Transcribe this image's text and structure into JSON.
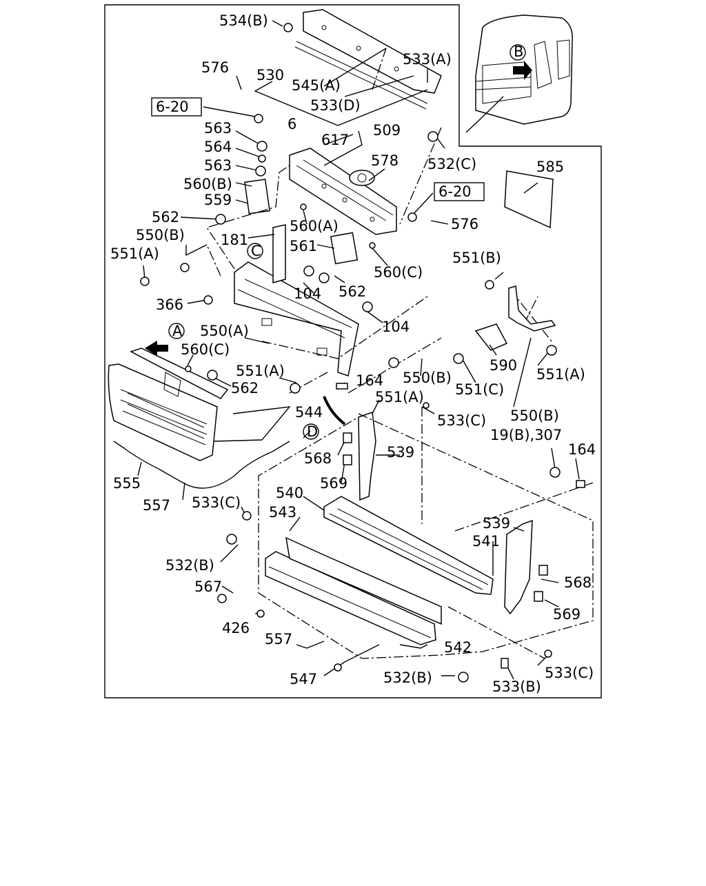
{
  "labels": {
    "l534b": "534(B)",
    "l576a": "576",
    "l530": "530",
    "l545a": "545(A)",
    "l533a": "533(A)",
    "l533d": "533(D)",
    "ref620a": "6-20",
    "l6": "6",
    "l563a": "563",
    "l509": "509",
    "l617": "617",
    "l564": "564",
    "l563b": "563",
    "l578": "578",
    "l532c": "532(C)",
    "l560b": "560(B)",
    "ref620b": "6-20",
    "l559": "559",
    "l576b": "576",
    "l585": "585",
    "l562a": "562",
    "l560a": "560(A)",
    "l550b1": "550(B)",
    "l181": "181",
    "c_C": "C",
    "l561": "561",
    "l551a1": "551(A)",
    "l560c1": "560(C)",
    "l551b": "551(B)",
    "l562b": "562",
    "l366": "366",
    "l104a": "104",
    "l104b": "104",
    "c_A": "A",
    "l550a": "550(A)",
    "l560c2": "560(C)",
    "l590": "590",
    "l551a2": "551(A)",
    "l550b2": "550(B)",
    "l551a3": "551(A)",
    "l562c": "562",
    "l164a": "164",
    "l551c": "551(C)",
    "l551a4": "551(A)",
    "l544": "544",
    "l533c1": "533(C)",
    "l550b3": "550(B)",
    "c_D": "D",
    "l19b": "19(B),307",
    "l164b": "164",
    "l568a": "568",
    "l539a": "539",
    "l555": "555",
    "l569a": "569",
    "l557a": "557",
    "l533c2": "533(C)",
    "l540": "540",
    "l543": "543",
    "l539b": "539",
    "l541": "541",
    "l532b1": "532(B)",
    "l568b": "568",
    "l567": "567",
    "l569b": "569",
    "l426": "426",
    "l557b": "557",
    "l542": "542",
    "l533c3": "533(C)",
    "l547": "547",
    "l532b2": "532(B)",
    "l533b": "533(B)",
    "c_B": "B"
  }
}
